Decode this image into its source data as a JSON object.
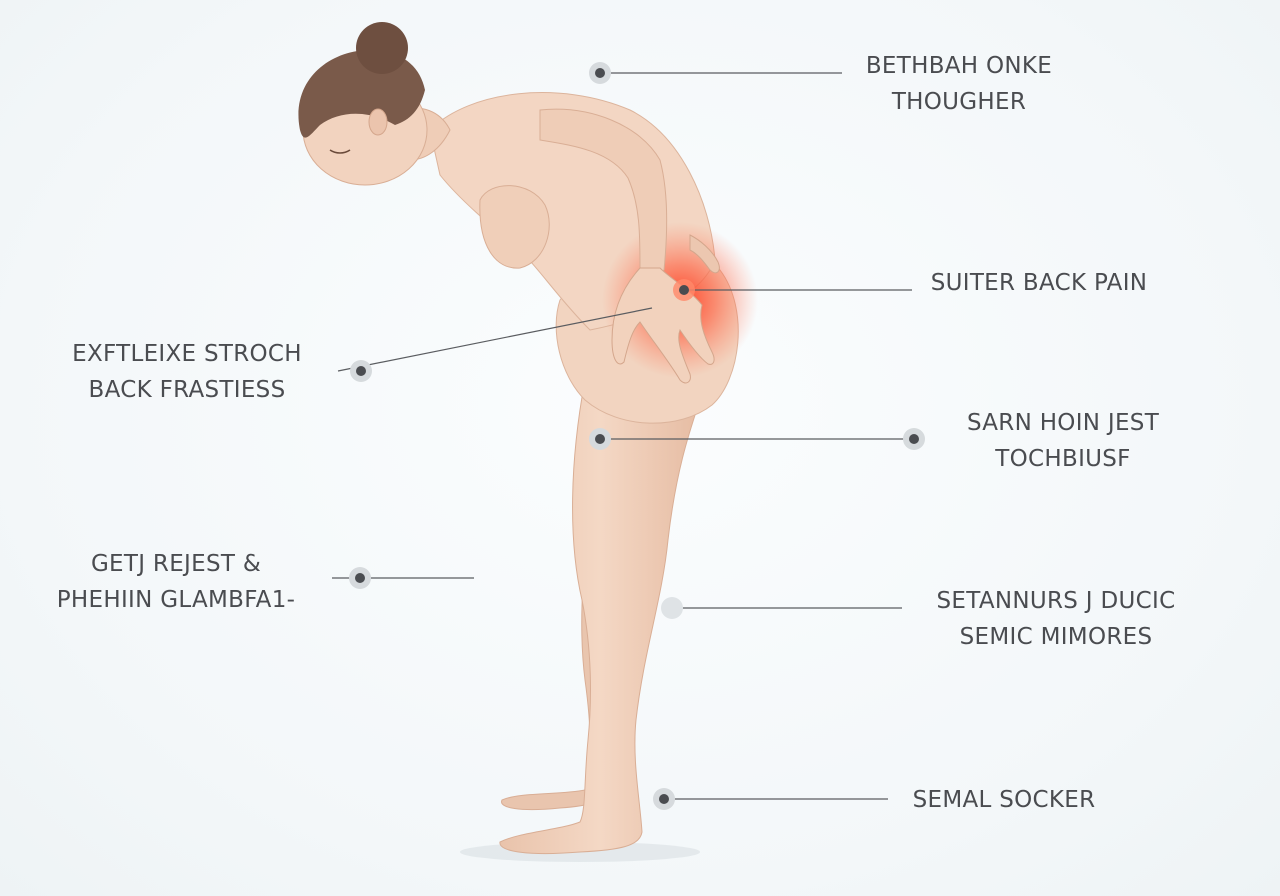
{
  "diagram": {
    "labels": {
      "top_right": {
        "line1": "BETHBAH ONKE",
        "line2": "THOUGHER"
      },
      "lower_back": {
        "line1": "SUITER BACK PAIN"
      },
      "left_upper": {
        "line1": "EXFTLEIXE STROCH",
        "line2": "BACK FRASTIESS"
      },
      "thigh_right": {
        "line1": "SARN HOIN JEST",
        "line2": "TOCHBIUSF"
      },
      "left_lower": {
        "line1": "GETJ REJEST &",
        "line2": "PHEHIIN GLAMBFA1-"
      },
      "knee_right": {
        "line1": "SETANNURS J DUCIC",
        "line2": "SEMIC MIMORES"
      },
      "foot_right": {
        "line1": "SEMAL SOCKER"
      }
    },
    "colors": {
      "background": "#f7fafb",
      "skin": "#f1d2bd",
      "hair": "#7a5a4a",
      "pain": "#ff4a2e",
      "callout_line": "#5a5c60",
      "text": "#4a4c50"
    }
  }
}
